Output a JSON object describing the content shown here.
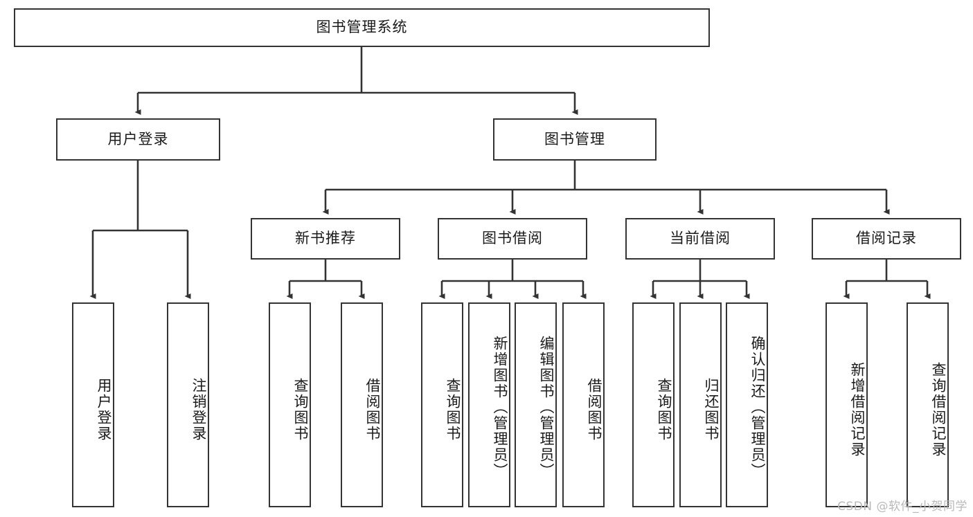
{
  "diagram": {
    "title": "图书管理系统",
    "type": "hierarchy-tree",
    "watermark": "CSDN @软件_小贺同学",
    "colors": {
      "border": "#333333",
      "background": "#ffffff",
      "text": "#1a1a1a",
      "watermark": "#b9b9b9"
    },
    "levels": {
      "root": {
        "label": "图书管理系统"
      },
      "level2": [
        {
          "label": "用户登录"
        },
        {
          "label": "图书管理"
        }
      ],
      "level3": [
        {
          "label": "新书推荐"
        },
        {
          "label": "图书借阅"
        },
        {
          "label": "当前借阅"
        },
        {
          "label": "借阅记录"
        }
      ],
      "level4": {
        "user_login": [
          {
            "label": "用户登录"
          },
          {
            "label": "注销登录"
          }
        ],
        "new_book_recommend": [
          {
            "label": "查询图书"
          },
          {
            "label": "借阅图书"
          }
        ],
        "book_borrow": [
          {
            "label": "查询图书"
          },
          {
            "label": "新增图书（管理员）"
          },
          {
            "label": "编辑图书（管理员）"
          },
          {
            "label": "借阅图书"
          }
        ],
        "current_borrow": [
          {
            "label": "查询图书"
          },
          {
            "label": "归还图书"
          },
          {
            "label": "确认归还（管理员）"
          }
        ],
        "borrow_record": [
          {
            "label": "新增借阅记录"
          },
          {
            "label": "查询借阅记录"
          }
        ]
      }
    }
  }
}
